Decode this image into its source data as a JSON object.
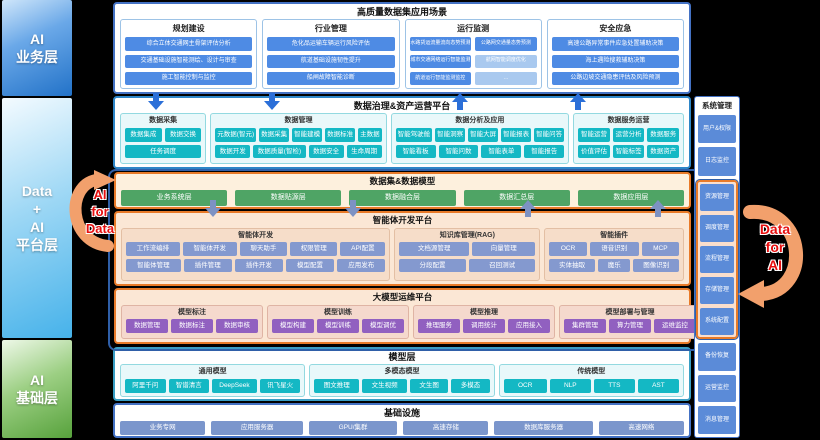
{
  "left_layers": {
    "business": {
      "lines": [
        "AI",
        "业务层"
      ]
    },
    "platform": {
      "lines": [
        "Data",
        "+",
        "AI",
        "平台层"
      ]
    },
    "foundation": {
      "lines": [
        "AI",
        "基础层"
      ]
    }
  },
  "scenario": {
    "title": "高质量数据集应用场景",
    "columns": [
      {
        "title": "规划建设",
        "items": [
          "综合立体交通网主骨架评估分析",
          "交通基础设施智能测绘、设计与审查",
          "施工智能控制与监控"
        ]
      },
      {
        "title": "行业管理",
        "items": [
          "危化品运输车辆运行风险评估",
          "航道基础设施韧性提升",
          "船闸故障智能诊断"
        ]
      },
      {
        "title": "运行监测",
        "items": [
          {
            "label": "水路货运流量流向态势预测"
          },
          {
            "label": "公路网交通量态势预测"
          },
          {
            "label": "城市交通网络运行智能监测"
          },
          {
            "label": "航网智能调度优化",
            "dim": true
          },
          {
            "label": "航道运行智能监测监控"
          },
          {
            "label": "…",
            "dim": true
          }
        ]
      },
      {
        "title": "安全应急",
        "items": [
          "高速公路异常事件应急处置辅助决策",
          "海上遇险搜救辅助决策",
          "公路边坡交通隐患评估及风险预测"
        ]
      }
    ]
  },
  "governance": {
    "title": "数据治理&资产运营平台",
    "groups": [
      {
        "title": "数据采集",
        "rows": [
          [
            "数据集成",
            "数据交换"
          ],
          [
            "任务调度"
          ]
        ]
      },
      {
        "title": "数据管理",
        "rows": [
          [
            "元数据(智元)",
            "数据采集",
            "智能建模",
            "数据标准",
            "主数据"
          ],
          [
            "数据开发",
            "数据质量(智检)",
            "数据安全",
            "生命周期"
          ]
        ]
      },
      {
        "title": "数据分析及应用",
        "rows": [
          [
            "智能驾驶舱",
            "智能洞察",
            "智能大屏",
            "智能报表",
            "智能问答"
          ],
          [
            "智能看板",
            "智能问数",
            "智能表单",
            "智能报告"
          ]
        ]
      },
      {
        "title": "数据服务运营",
        "rows": [
          [
            "智能运营",
            "运营分析",
            "数据服务"
          ],
          [
            "价值评估",
            "智能标签",
            "数据资产"
          ]
        ]
      }
    ]
  },
  "datasets": {
    "title": "数据集&数据模型",
    "layers": [
      "业务系统层",
      "数据贴源层",
      "数据融合层",
      "数据汇总层",
      "数据应用层"
    ]
  },
  "agent_platform": {
    "title": "智能体开发平台",
    "groups": [
      {
        "title": "智能体开发",
        "rows": [
          [
            "工作流编排",
            "智能体开发",
            "聊天助手",
            "权限管理",
            "API配置"
          ],
          [
            "智能体管理",
            "插件管理",
            "插件开发",
            "模型配置",
            "应用发布"
          ]
        ]
      },
      {
        "title": "知识库管理(RAG)",
        "rows": [
          [
            "文档源管理",
            "向量管理"
          ],
          [
            "分段配置",
            "召回测试"
          ]
        ]
      },
      {
        "title": "智能插件",
        "rows": [
          [
            "OCR",
            "语音识别",
            "MCP"
          ],
          [
            "实体抽取",
            "魔乐",
            "图像识别"
          ]
        ]
      }
    ]
  },
  "llm_ops": {
    "title": "大模型运维平台",
    "groups": [
      {
        "title": "模型标注",
        "items": [
          "数据管理",
          "数据标注",
          "数据审核"
        ]
      },
      {
        "title": "模型训练",
        "items": [
          "模型构建",
          "模型训练",
          "模型调优"
        ]
      },
      {
        "title": "模型推理",
        "items": [
          "推理服务",
          "调用统计",
          "应用接入"
        ]
      },
      {
        "title": "模型部署与管理",
        "items": [
          "集群管理",
          "算力管理",
          "运维监控"
        ]
      }
    ]
  },
  "model_layer": {
    "title": "模型层",
    "groups": [
      {
        "title": "通用模型",
        "items": [
          "阿里千问",
          "智谱清言",
          "DeepSeek",
          "讯飞星火"
        ]
      },
      {
        "title": "多模态模型",
        "items": [
          "图文推理",
          "文生视频",
          "文生图",
          "多模态"
        ]
      },
      {
        "title": "传统模型",
        "items": [
          "OCR",
          "NLP",
          "TTS",
          "AST"
        ]
      }
    ]
  },
  "infrastructure": {
    "title": "基础设施",
    "items": [
      "业务专网",
      "应用服务器",
      "GPU/集群",
      "高速存储",
      "数据库服务器",
      "高速网络"
    ]
  },
  "system_mgmt": {
    "title": "系统管理",
    "top_items": [
      "用户&权限",
      "日志监控"
    ],
    "mid_items": [
      "资源管理",
      "调度管理",
      "流程管理",
      "存储管理",
      "系统配置"
    ],
    "bottom_items": [
      "备份恢复",
      "运营监控",
      "消息管理"
    ]
  },
  "overlays": {
    "ai_for_data": {
      "lines": [
        "AI",
        "for",
        "Data"
      ]
    },
    "data_for_ai": {
      "lines": [
        "Data",
        "for",
        "AI"
      ]
    }
  },
  "colors": {
    "accent_orange": "#E87A28",
    "teal": "#14B8C4",
    "primary_blue": "#4E8BE4",
    "green": "#4FA465",
    "purple": "#9160C0",
    "periwinkle": "#8499CF",
    "sidebar_blue": "#5B8BD8",
    "arrow_orange": "#F2A06C",
    "label_red": "#E60F0F"
  }
}
